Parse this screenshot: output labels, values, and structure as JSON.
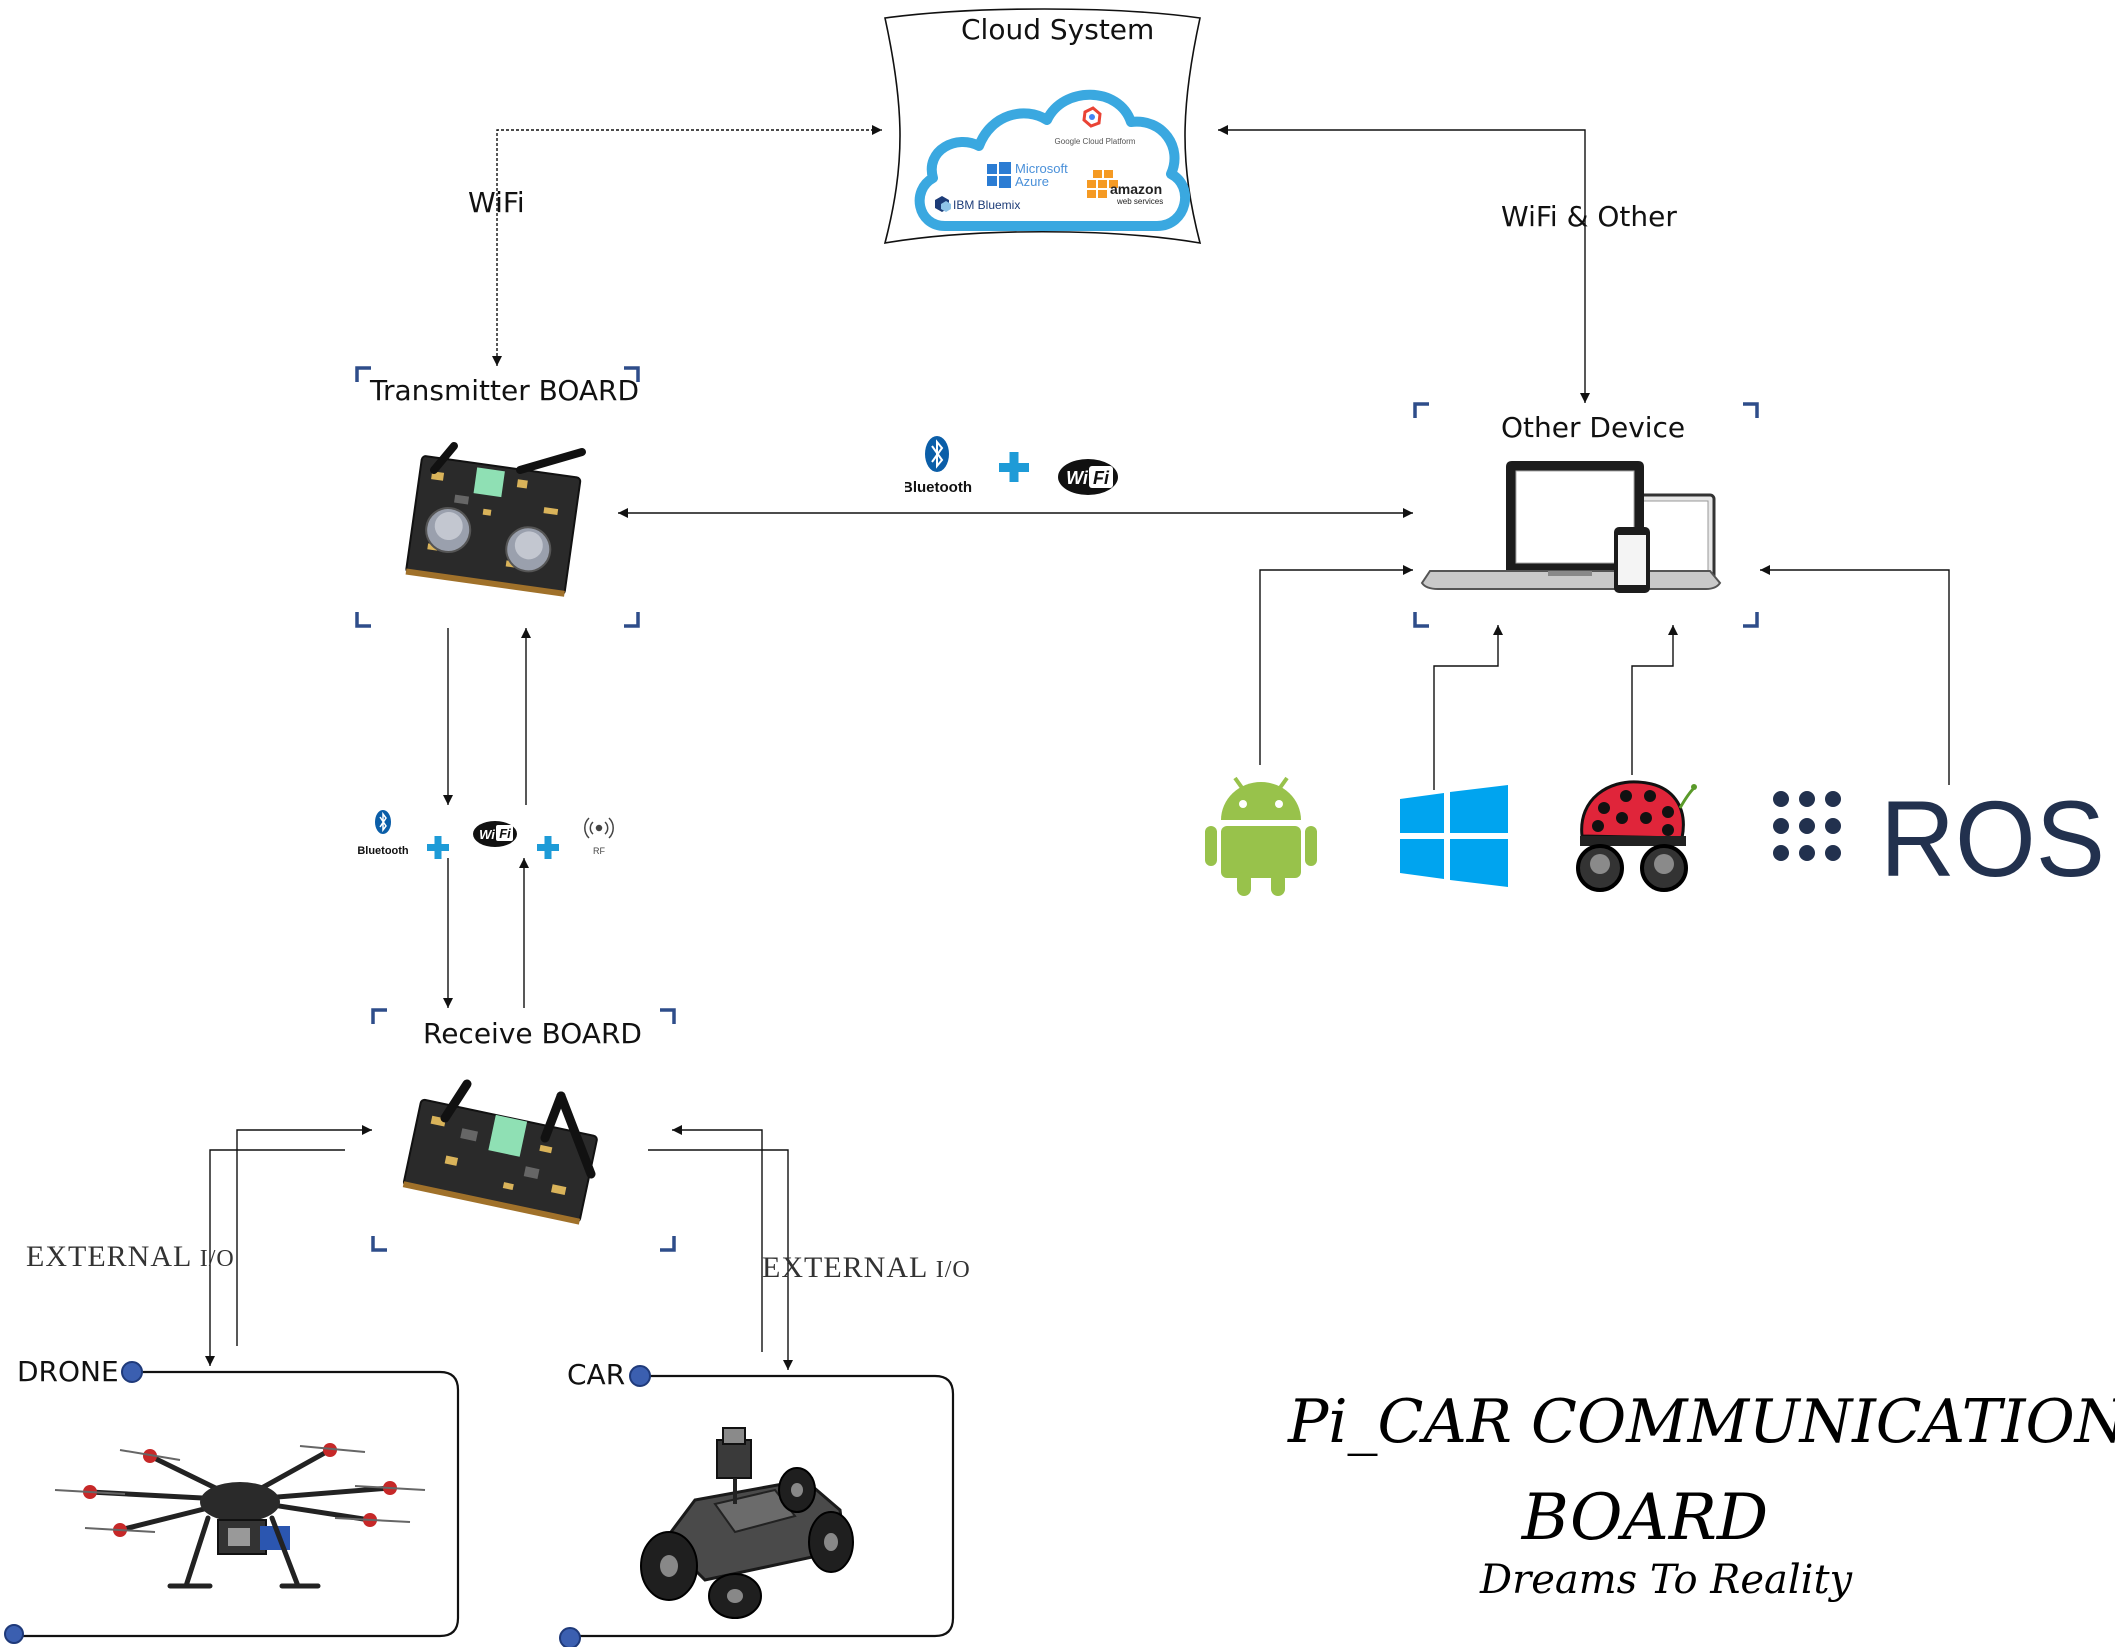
{
  "nodes": {
    "cloud_system": "Cloud System",
    "transmitter_board": "Transmitter BOARD",
    "other_device": "Other Device",
    "receive_board": "Receive BOARD",
    "drone": "DRONE",
    "car": "CAR"
  },
  "cloud_providers": {
    "google": "Google Cloud Platform",
    "azure": [
      "Microsoft",
      "Azure"
    ],
    "ibm": "IBM Bluemix",
    "amazon": [
      "amazon",
      "web services"
    ]
  },
  "connections": {
    "wifi": "WiFi",
    "wifi_other": "WiFi & Other",
    "external_io_left": [
      "EXTERNAL",
      "I/O"
    ],
    "external_io_right": [
      "EXTERNAL",
      "I/O"
    ]
  },
  "protocol_badges": {
    "bluetooth": "Bluetooth",
    "wifi": [
      "Wi",
      "Fi"
    ],
    "rf": "RF",
    "plus": "+"
  },
  "platforms": {
    "ros": "ROS"
  },
  "title": {
    "line1": "Pi_CAR COMMUNICATION",
    "line2": "BOARD",
    "tagline": "Dreams To Reality"
  },
  "colors": {
    "bracket_blue": "#2e4d8a",
    "plus_blue": "#1e9bd7",
    "dot_blue": "#3b5fb0",
    "android_green": "#98c24b",
    "windows_blue": "#00a4ef",
    "raspberry_red": "#e0253a",
    "ros_navy": "#22314e",
    "cloud_blue": "#3aa8e0"
  }
}
